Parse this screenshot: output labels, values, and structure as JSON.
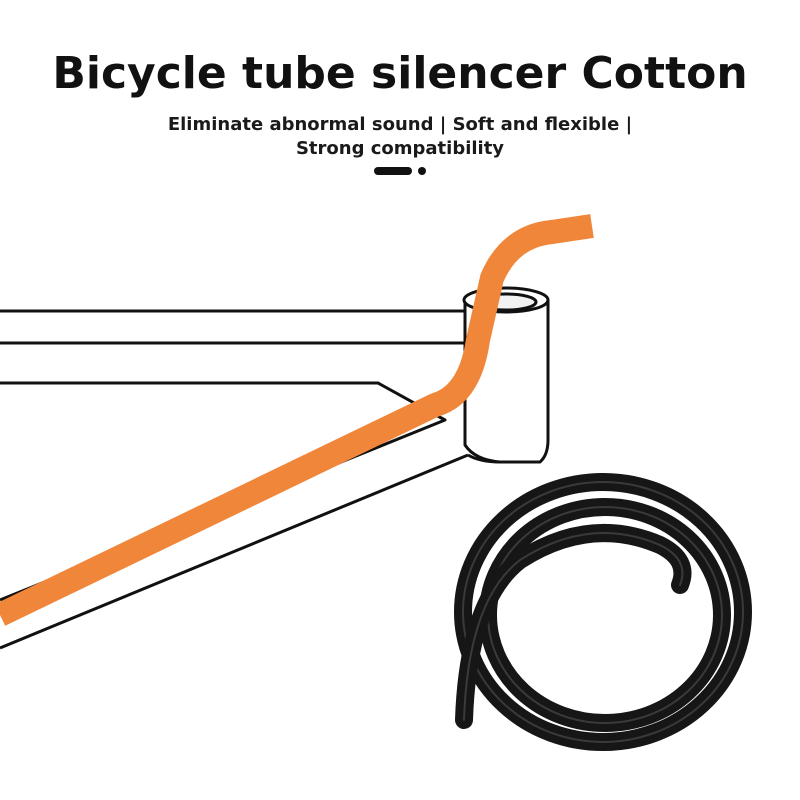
{
  "header": {
    "title": "Bicycle tube silencer Cotton",
    "subtitle_line1": "Eliminate abnormal sound | Soft and flexible |",
    "subtitle_line2": "Strong compatibility"
  },
  "colors": {
    "tube_orange": "#F0863A",
    "coil_black": "#161616",
    "frame_outline": "#111111",
    "background": "#FFFFFF"
  },
  "illustration": {
    "frame": "bicycle-frame-outline",
    "tube": "orange-silencer-tube",
    "coil": "black-silencer-coil"
  }
}
